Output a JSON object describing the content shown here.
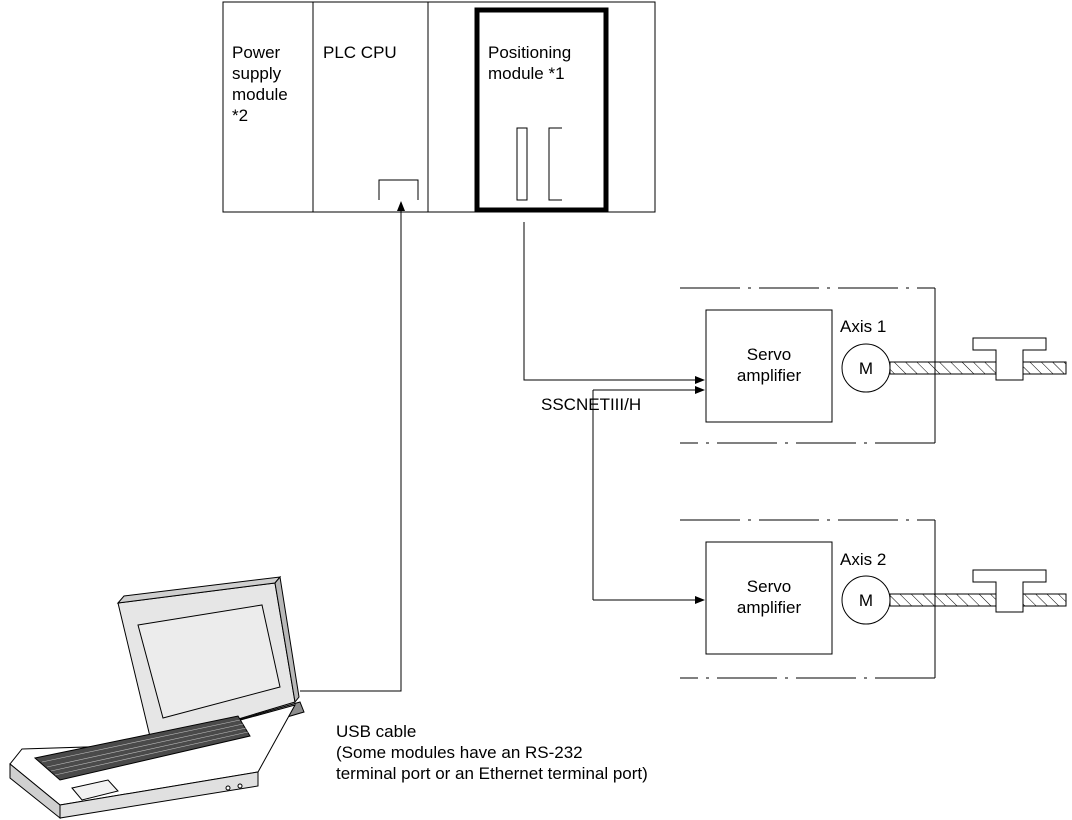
{
  "rack": {
    "power_supply_label": "Power\nsupply\nmodule\n*2",
    "plc_cpu_label": "PLC CPU",
    "positioning_module_label": "Positioning\nmodule *1"
  },
  "network": {
    "label": "SSCNETIII/H"
  },
  "axes": [
    {
      "axis_label": "Axis 1",
      "amplifier_label": "Servo\namplifier",
      "motor_label": "M"
    },
    {
      "axis_label": "Axis 2",
      "amplifier_label": "Servo\namplifier",
      "motor_label": "M"
    }
  ],
  "cable": {
    "label": "USB cable\n(Some modules have an RS-232\nterminal port or an Ethernet terminal port)"
  }
}
